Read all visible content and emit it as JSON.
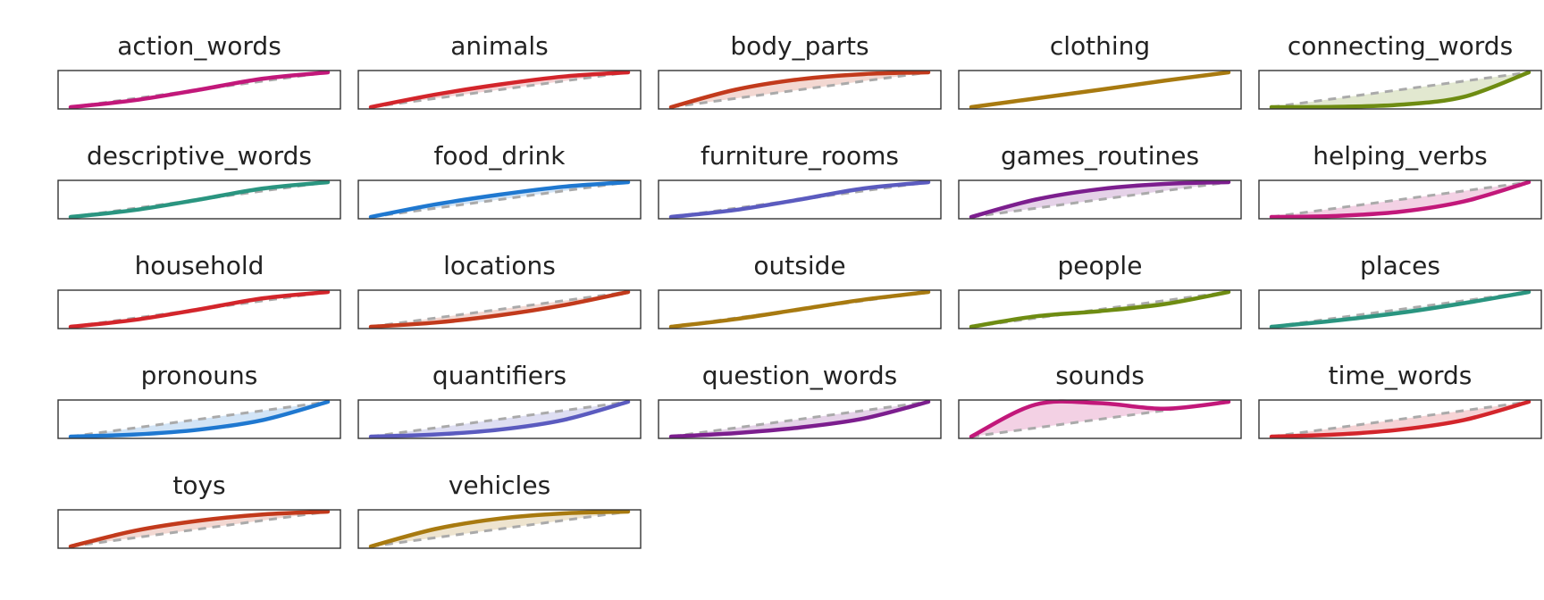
{
  "chart_data": {
    "type": "line",
    "title": "",
    "xlabel": "",
    "ylabel": "",
    "xlim": [
      0,
      1
    ],
    "ylim": [
      0,
      1
    ],
    "reference_line": "diagonal, dashed, gray",
    "grid": false,
    "legend": "none",
    "x": [
      0,
      0.25,
      0.5,
      0.75,
      1.0
    ],
    "panels": [
      {
        "name": "action_words",
        "color": "#c2187a",
        "values": [
          0,
          0.2,
          0.5,
          0.82,
          1.0
        ]
      },
      {
        "name": "animals",
        "color": "#d3252b",
        "values": [
          0,
          0.36,
          0.65,
          0.88,
          1.0
        ]
      },
      {
        "name": "body_parts",
        "color": "#c23a1c",
        "values": [
          0,
          0.5,
          0.8,
          0.95,
          1.0
        ]
      },
      {
        "name": "clothing",
        "color": "#a87a10",
        "values": [
          0,
          0.25,
          0.5,
          0.76,
          1.0
        ]
      },
      {
        "name": "connecting_words",
        "color": "#6e8c12",
        "values": [
          0,
          0.01,
          0.07,
          0.3,
          1.0
        ]
      },
      {
        "name": "descriptive_words",
        "color": "#2a9580",
        "values": [
          0,
          0.2,
          0.5,
          0.82,
          1.0
        ]
      },
      {
        "name": "food_drink",
        "color": "#1f78d0",
        "values": [
          0,
          0.36,
          0.64,
          0.87,
          1.0
        ]
      },
      {
        "name": "furniture_rooms",
        "color": "#5b5bbf",
        "values": [
          0,
          0.2,
          0.5,
          0.82,
          1.0
        ]
      },
      {
        "name": "games_routines",
        "color": "#7c1e8e",
        "values": [
          0,
          0.5,
          0.8,
          0.95,
          1.0
        ]
      },
      {
        "name": "helping_verbs",
        "color": "#c2187a",
        "values": [
          0,
          0.03,
          0.15,
          0.45,
          1.0
        ]
      },
      {
        "name": "household",
        "color": "#d3252b",
        "values": [
          0,
          0.2,
          0.5,
          0.82,
          1.0
        ]
      },
      {
        "name": "locations",
        "color": "#c23a1c",
        "values": [
          0,
          0.12,
          0.33,
          0.62,
          1.0
        ]
      },
      {
        "name": "outside",
        "color": "#a87a10",
        "values": [
          0,
          0.22,
          0.5,
          0.78,
          1.0
        ]
      },
      {
        "name": "people",
        "color": "#6e8c12",
        "values": [
          0,
          0.3,
          0.45,
          0.65,
          1.0
        ]
      },
      {
        "name": "places",
        "color": "#2a9580",
        "values": [
          0,
          0.18,
          0.4,
          0.68,
          1.0
        ]
      },
      {
        "name": "pronouns",
        "color": "#1f78d0",
        "values": [
          0,
          0.06,
          0.2,
          0.48,
          1.0
        ]
      },
      {
        "name": "quantifiers",
        "color": "#5b5bbf",
        "values": [
          0,
          0.06,
          0.2,
          0.48,
          1.0
        ]
      },
      {
        "name": "question_words",
        "color": "#7c1e8e",
        "values": [
          0,
          0.1,
          0.26,
          0.52,
          1.0
        ]
      },
      {
        "name": "sounds",
        "color": "#c2187a",
        "values": [
          0,
          0.92,
          0.96,
          0.8,
          1.0
        ]
      },
      {
        "name": "time_words",
        "color": "#d3252b",
        "values": [
          0,
          0.06,
          0.2,
          0.48,
          1.0
        ]
      },
      {
        "name": "toys",
        "color": "#c23a1c",
        "values": [
          0,
          0.45,
          0.74,
          0.92,
          1.0
        ]
      },
      {
        "name": "vehicles",
        "color": "#a87a10",
        "values": [
          0,
          0.5,
          0.8,
          0.95,
          1.0
        ]
      }
    ]
  }
}
